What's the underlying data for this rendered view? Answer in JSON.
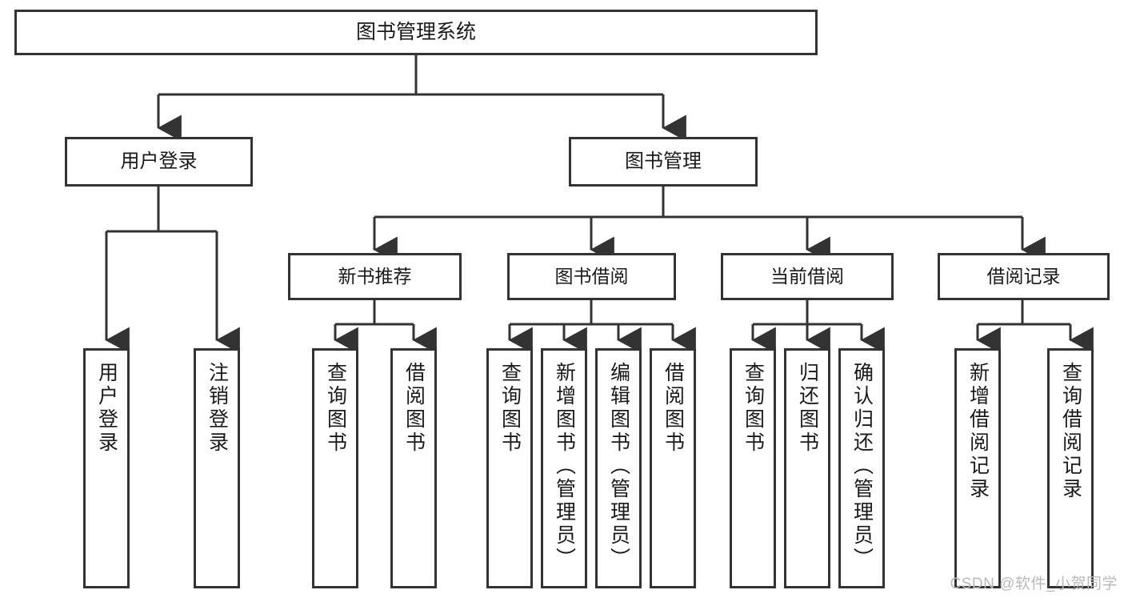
{
  "diagram": {
    "title": "图书管理系统",
    "type": "tree-hierarchy-diagram",
    "colors": {
      "background": "#ffffff",
      "box_border": "#333333",
      "box_fill": "#ffffff",
      "text": "#1a1a1a",
      "connector": "#333333",
      "watermark": "#b9b9b9"
    },
    "root": {
      "label": "图书管理系统"
    },
    "level2": [
      {
        "label": "用户登录"
      },
      {
        "label": "图书管理"
      }
    ],
    "level3": [
      {
        "label": "新书推荐"
      },
      {
        "label": "图书借阅"
      },
      {
        "label": "当前借阅"
      },
      {
        "label": "借阅记录"
      }
    ],
    "leaves": {
      "user_login": [
        {
          "label": "用户登录"
        },
        {
          "label": "注销登录"
        }
      ],
      "new_book_recommend": [
        {
          "label": "查询图书"
        },
        {
          "label": "借阅图书"
        }
      ],
      "book_borrow": [
        {
          "label": "查询图书"
        },
        {
          "label": "新增图书（管理员）"
        },
        {
          "label": "编辑图书（管理员）"
        },
        {
          "label": "借阅图书"
        }
      ],
      "current_borrow": [
        {
          "label": "查询图书"
        },
        {
          "label": "归还图书"
        },
        {
          "label": "确认归还（管理员）"
        }
      ],
      "borrow_record": [
        {
          "label": "新增借阅记录"
        },
        {
          "label": "查询借阅记录"
        }
      ]
    }
  },
  "watermark": {
    "text": "CSDN @软件_小贺同学"
  }
}
